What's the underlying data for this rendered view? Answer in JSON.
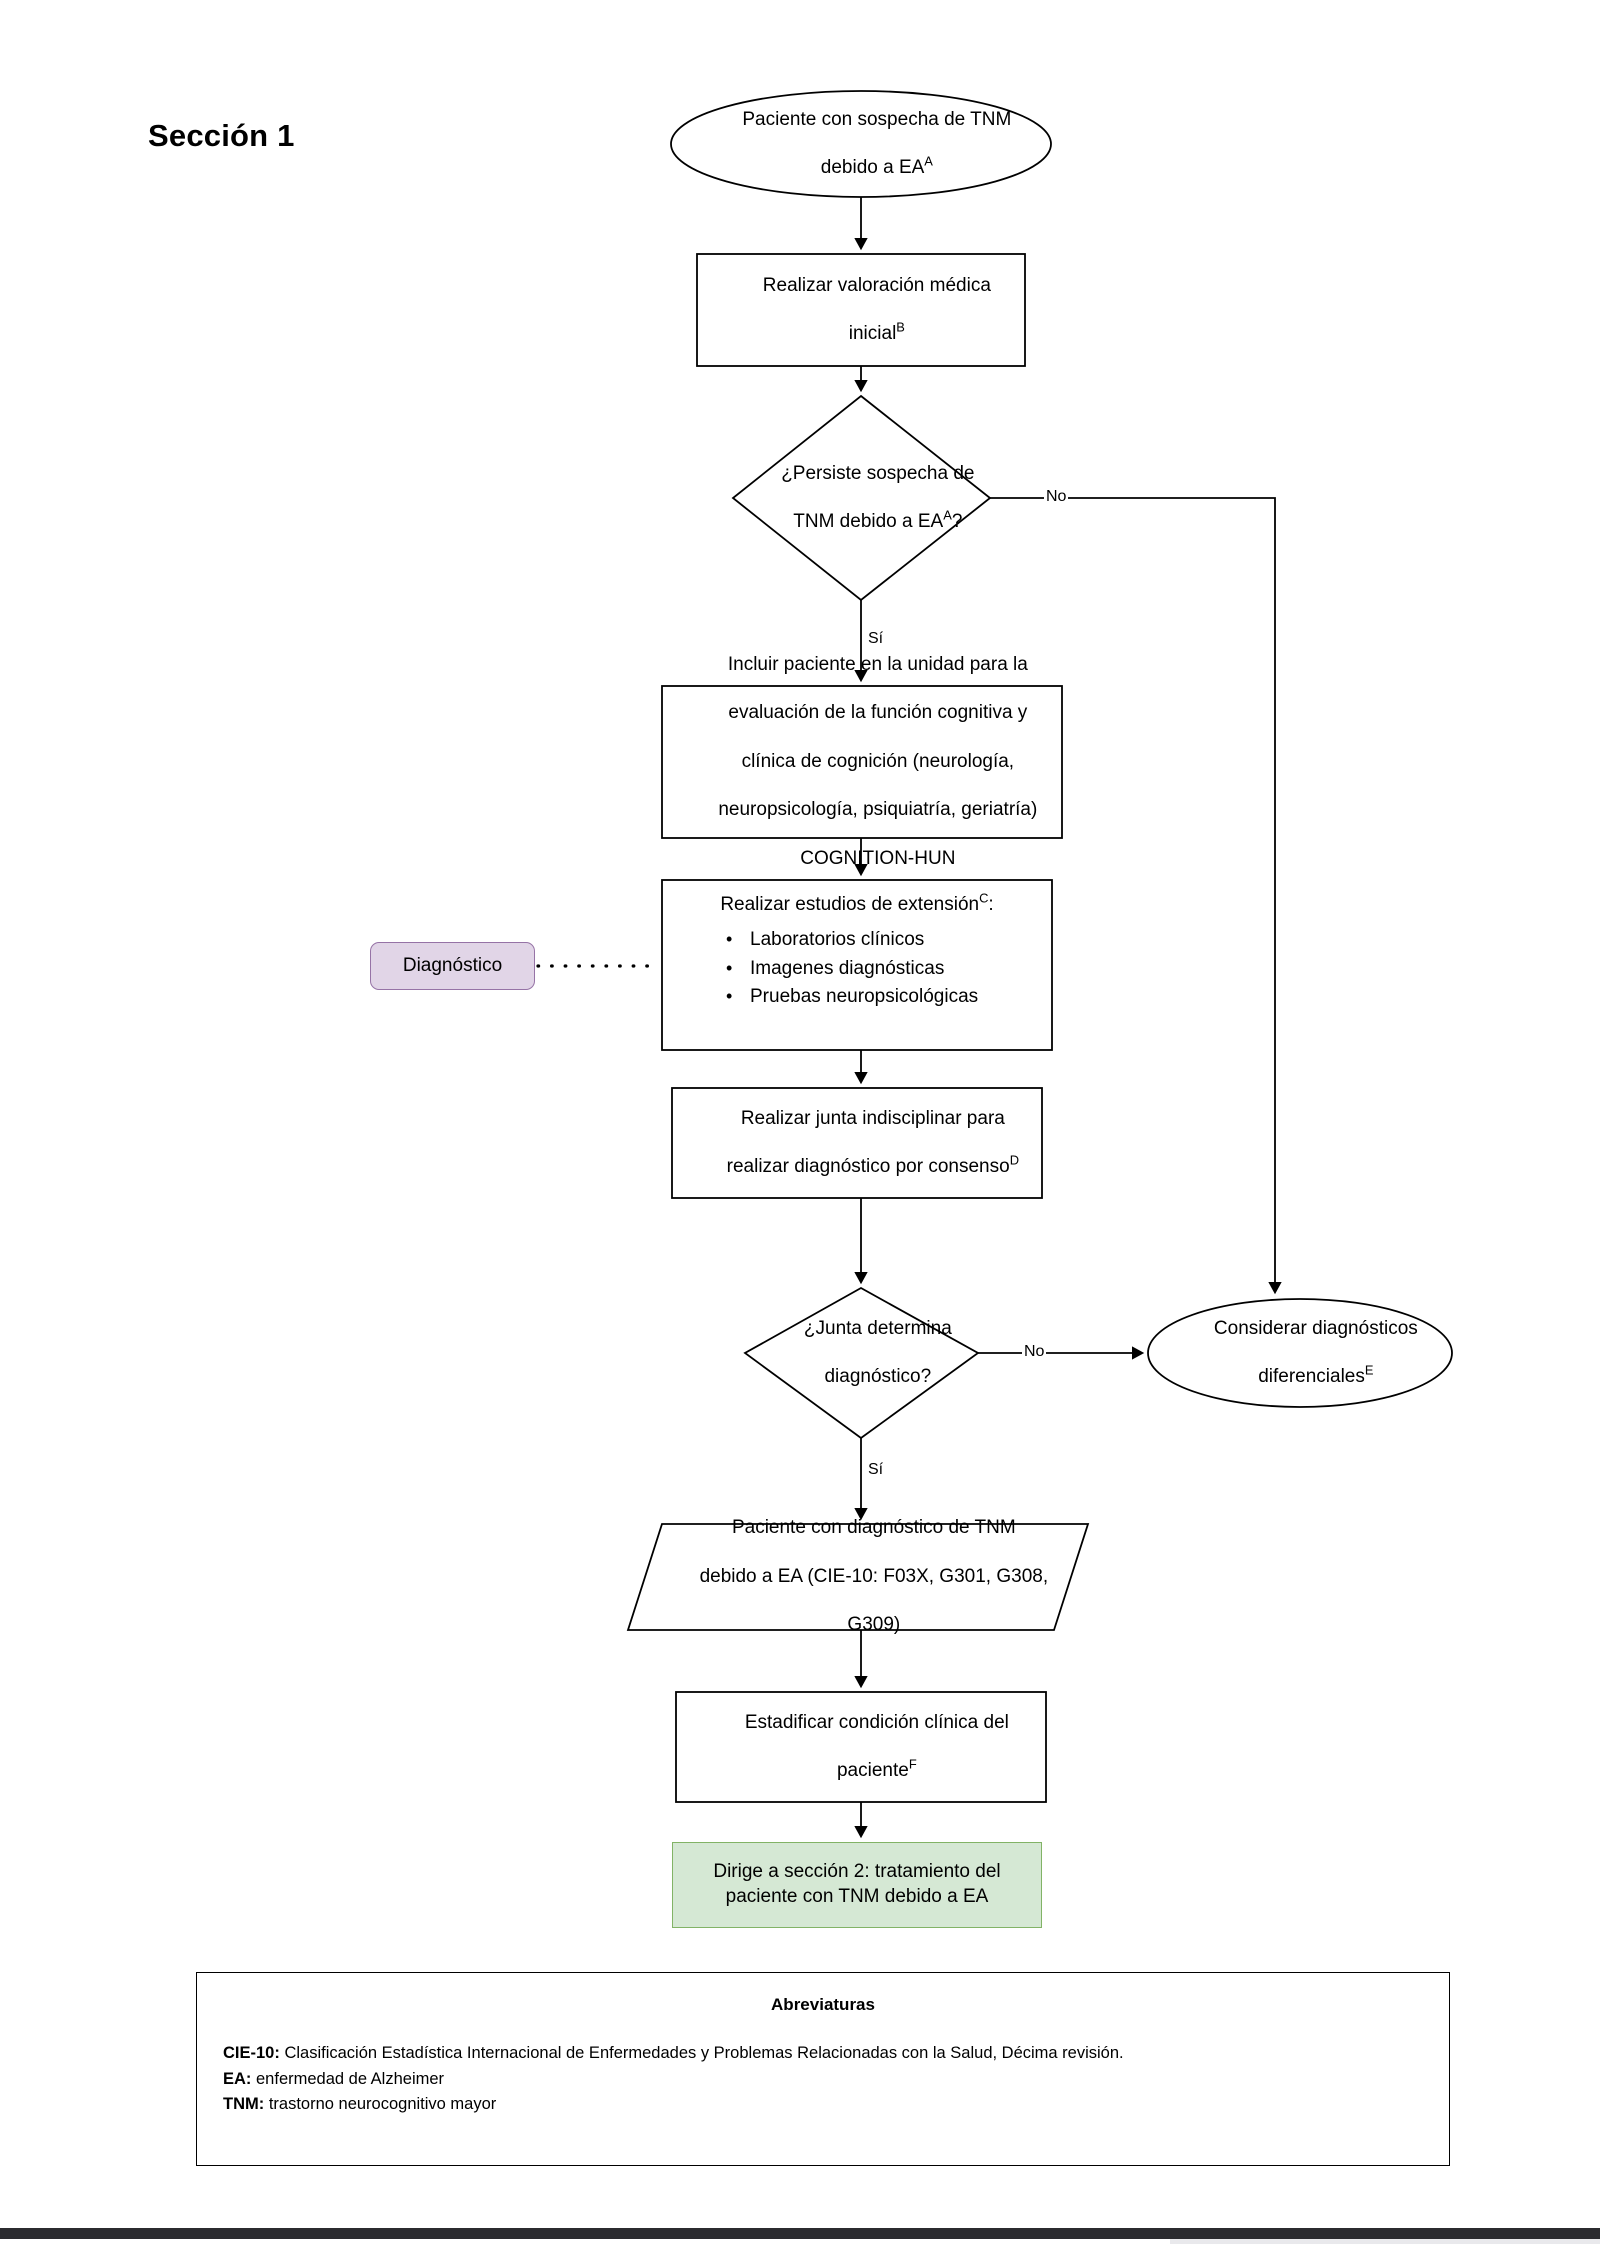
{
  "title": "Sección 1",
  "nodes": {
    "start": {
      "shape": "ellipse",
      "line1": "Paciente con sospecha de TNM",
      "line2": "debido a EA",
      "sup2": "A"
    },
    "valoracion": {
      "shape": "process",
      "line1": "Realizar valoración médica",
      "line2": "inicial",
      "sup2": "B"
    },
    "decision1": {
      "shape": "decision",
      "line1": "¿Persiste sospecha de",
      "line2": "TNM debido a EA",
      "sup2": "A",
      "tail2": "?"
    },
    "incluir": {
      "shape": "process",
      "line1": "Incluir paciente en la unidad para la",
      "line2": "evaluación de la función cognitiva y",
      "line3": "clínica de cognición (neurología,",
      "line4": "neuropsicología, psiquiatría, geriatría)",
      "line5": "COGNITION-HUN"
    },
    "extension": {
      "shape": "process",
      "title": "Realizar estudios de extensión",
      "title_sup": "C",
      "title_tail": ":",
      "bullets": [
        "Laboratorios clínicos",
        "Imagenes diagnósticas",
        "Pruebas neuropsicológicas"
      ]
    },
    "junta": {
      "shape": "process",
      "line1": "Realizar junta indisciplinar para",
      "line2": "realizar diagnóstico por consenso",
      "sup2": "D"
    },
    "decision2": {
      "shape": "decision",
      "line1": "¿Junta determina",
      "line2": "diagnóstico?"
    },
    "diferenciales": {
      "shape": "ellipse",
      "line1": "Considerar diagnósticos",
      "line2": "diferenciales",
      "sup2": "E"
    },
    "diagnostico_final": {
      "shape": "parallelogram",
      "line1": "Paciente con diagnóstico de TNM",
      "line2": "debido a EA (CIE-10: F03X, G301, G308,",
      "line3": "G309)"
    },
    "estadificar": {
      "shape": "process",
      "line1": "Estadificar condición clínica del",
      "line2": "paciente",
      "sup2": "F"
    },
    "seccion2": {
      "shape": "process-green",
      "line1": "Dirige a sección 2: tratamiento del",
      "line2": "paciente con TNM debido a EA"
    }
  },
  "tags": {
    "diagnostico": "Diagnóstico"
  },
  "edge_labels": {
    "no_1": "No",
    "si_1": "Sí",
    "no_2": "No",
    "si_2": "Sí"
  },
  "abbreviations": {
    "heading": "Abreviaturas",
    "items": [
      {
        "term": "CIE-10:",
        "definition": " Clasificación Estadística Internacional de Enfermedades y Problemas Relacionadas con la Salud, Décima revisión."
      },
      {
        "term": "EA:",
        "definition": " enfermedad de Alzheimer"
      },
      {
        "term": "TNM:",
        "definition": " trastorno neurocognitivo mayor"
      }
    ]
  },
  "colors": {
    "tag_fill": "#e1d5e7",
    "tag_stroke": "#9673a6",
    "green_fill": "#d5e8d4",
    "green_stroke": "#82b366",
    "shape_stroke": "#000000",
    "shape_fill": "#ffffff"
  }
}
